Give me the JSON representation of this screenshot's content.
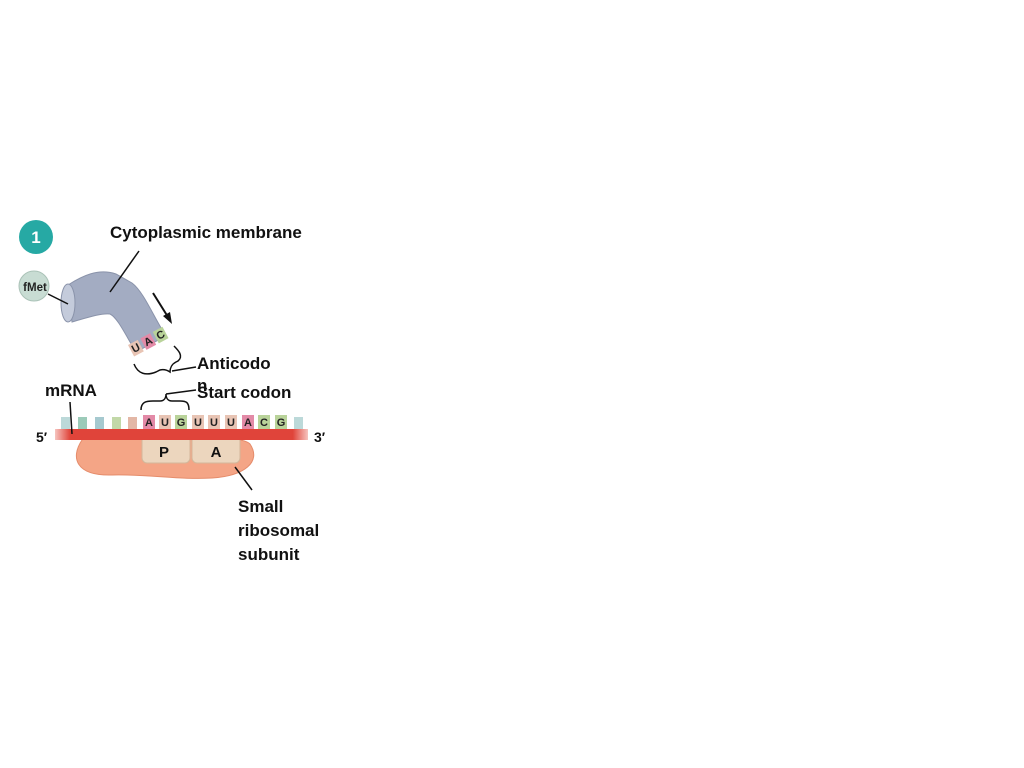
{
  "step_number": "1",
  "labels": {
    "cytoplasmic_membrane": "Cytoplasmic membrane",
    "fmet": "fMet",
    "anticodon_line1": "Anticodo",
    "anticodon_line2": "n",
    "start_codon": "Start codon",
    "mrna": "mRNA",
    "five_prime": "5′",
    "three_prime": "3′",
    "p_site": "P",
    "a_site": "A",
    "small_subunit_line1": "Small",
    "small_subunit_line2": "ribosomal",
    "small_subunit_line3": "subunit"
  },
  "anticodon_bases": [
    "U",
    "A",
    "C"
  ],
  "mrna_bases": [
    "A",
    "U",
    "G",
    "U",
    "U",
    "U",
    "A",
    "C",
    "G"
  ],
  "colors": {
    "step_badge": "#26a9a4",
    "trna_body": "#a3acc2",
    "fmet_bubble": "#c8dcd3",
    "mrna_strand": "#e0443a",
    "ribosome": "#f4a586",
    "site_box": "#ecd6be",
    "base_A": "#e38aa7",
    "base_U": "#e8c4b4",
    "base_G": "#b9d39a",
    "base_C": "#b9d39a"
  }
}
